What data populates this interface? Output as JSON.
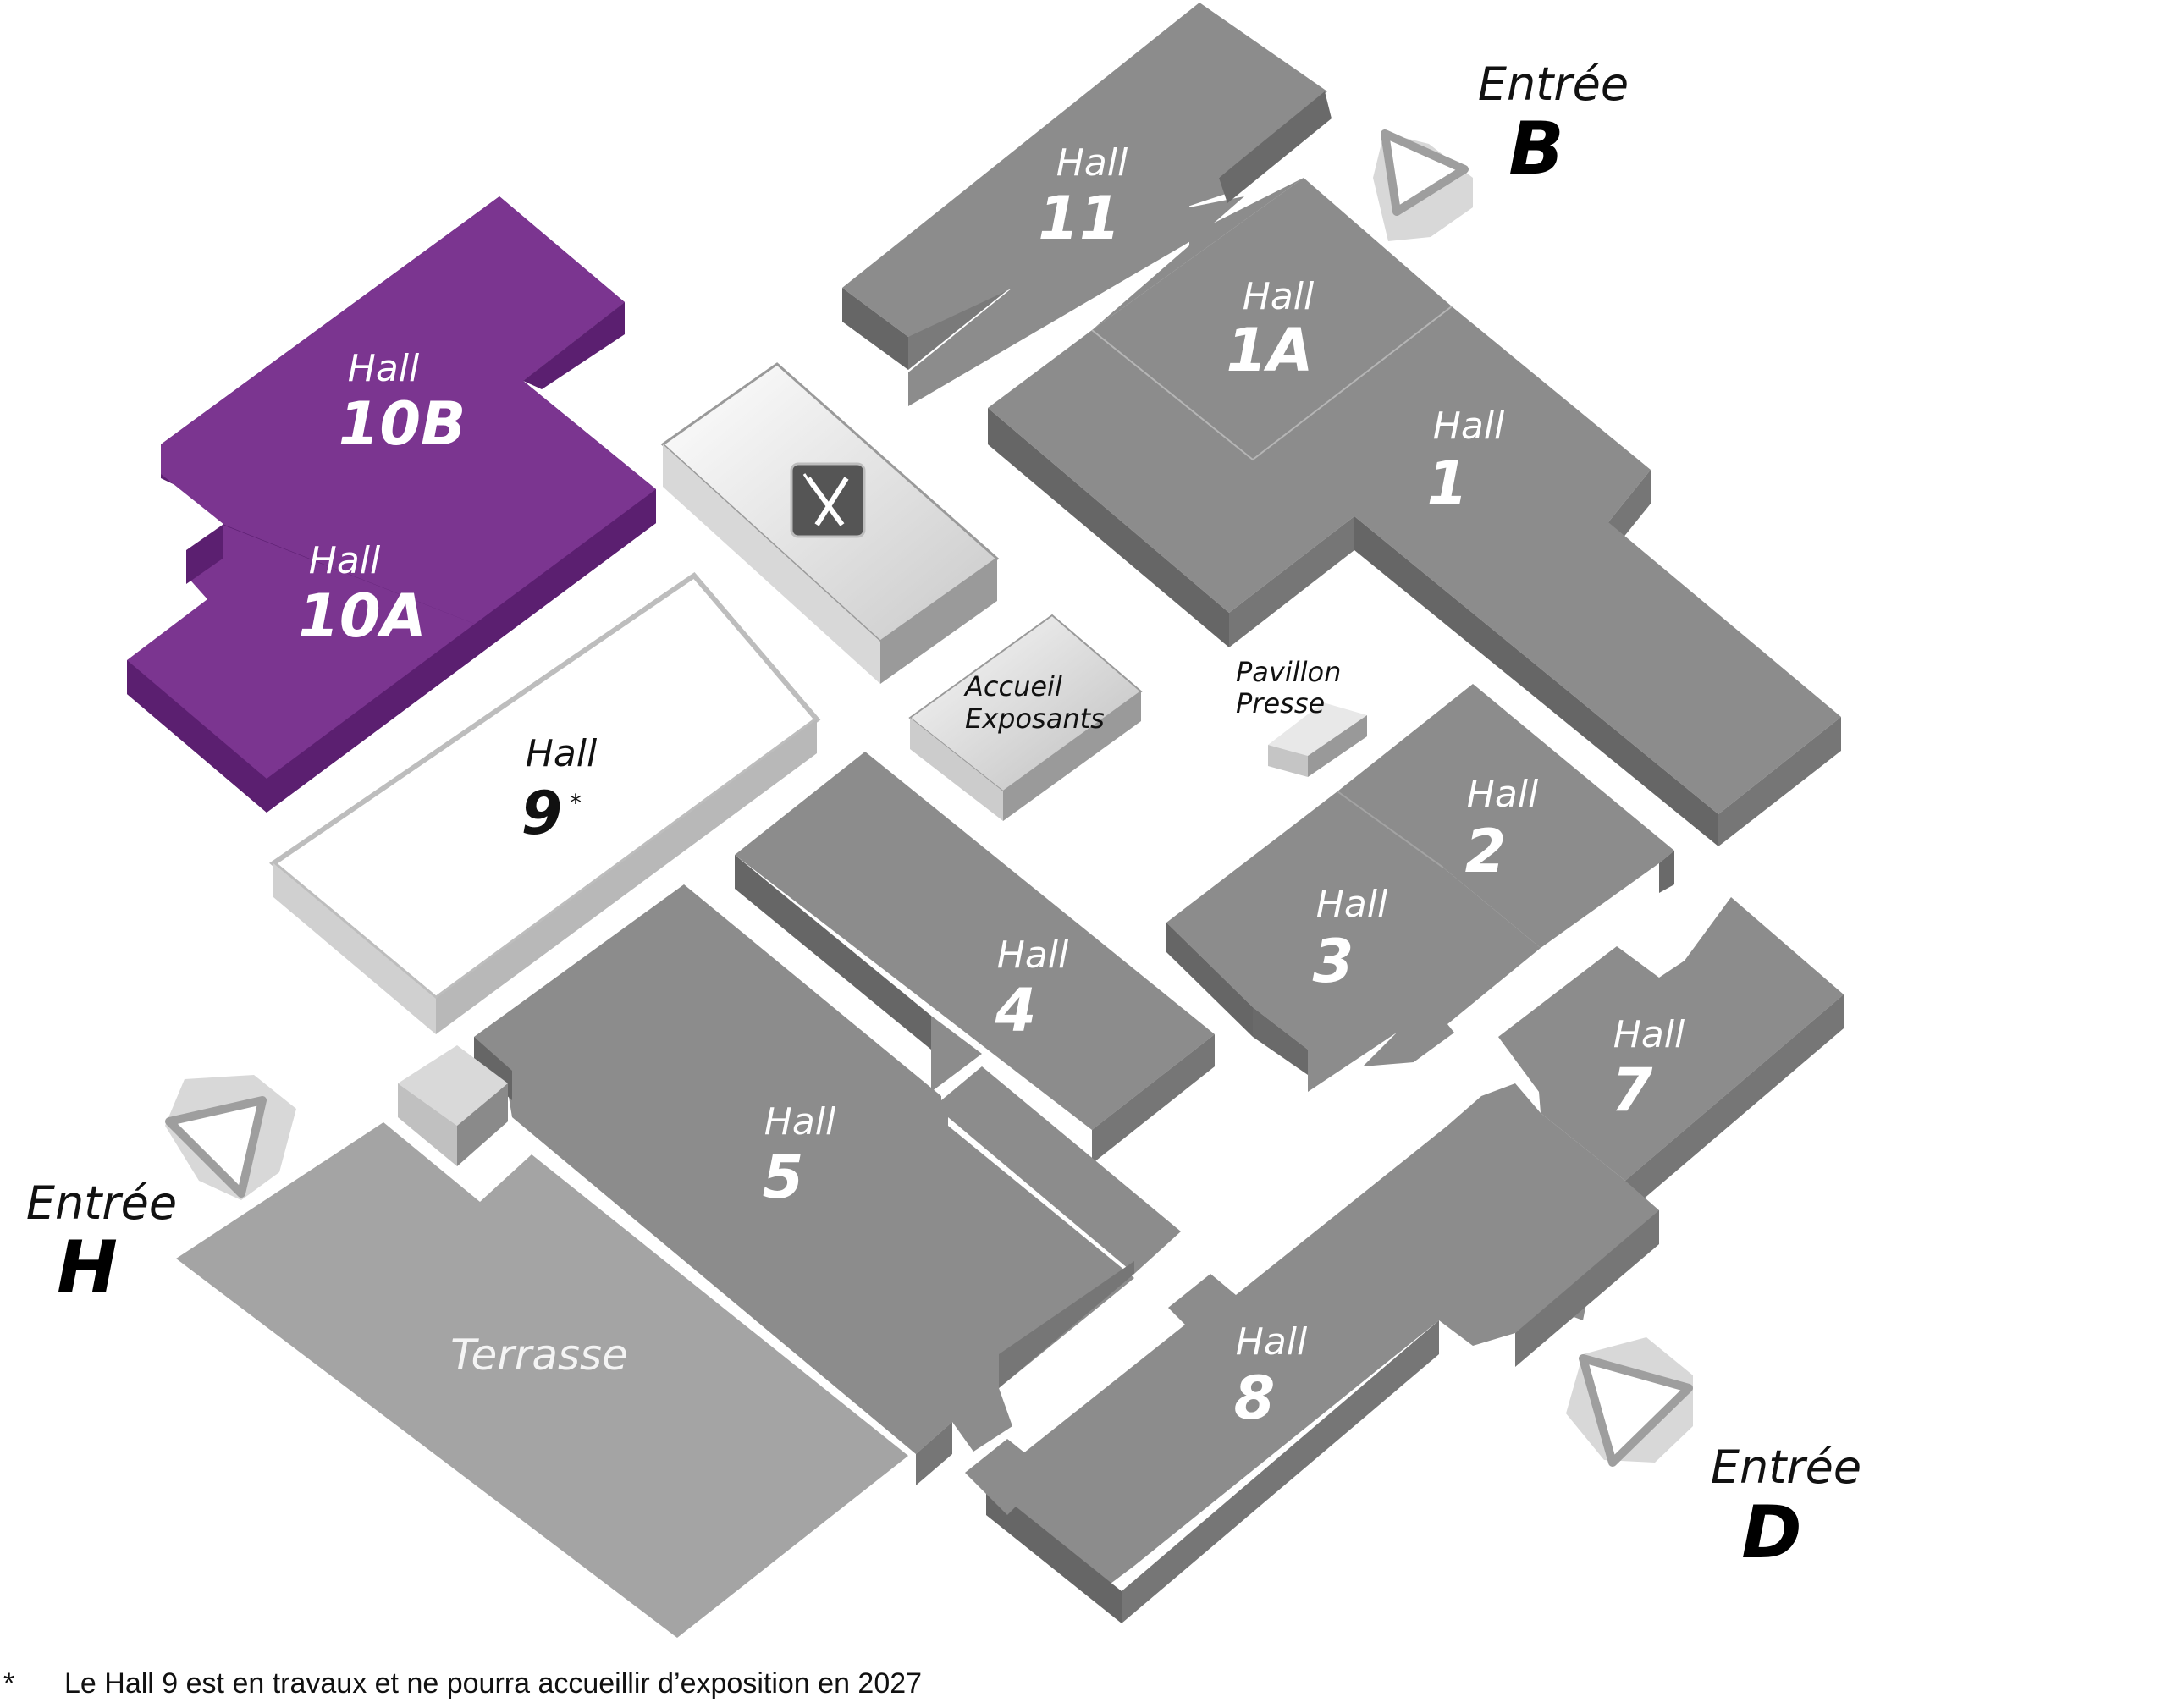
{
  "halls": [
    {
      "id": "11",
      "word": "Hall",
      "number": "11",
      "status": "standard"
    },
    {
      "id": "1A",
      "word": "Hall",
      "number": "1A",
      "status": "standard"
    },
    {
      "id": "1",
      "word": "Hall",
      "number": "1",
      "status": "standard"
    },
    {
      "id": "10B",
      "word": "Hall",
      "number": "10B",
      "status": "highlighted"
    },
    {
      "id": "10A",
      "word": "Hall",
      "number": "10A",
      "status": "highlighted"
    },
    {
      "id": "9",
      "word": "Hall",
      "number": "9",
      "status": "under-construction",
      "note_marker": "*"
    },
    {
      "id": "2",
      "word": "Hall",
      "number": "2",
      "status": "standard"
    },
    {
      "id": "3",
      "word": "Hall",
      "number": "3",
      "status": "standard"
    },
    {
      "id": "4",
      "word": "Hall",
      "number": "4",
      "status": "standard"
    },
    {
      "id": "5",
      "word": "Hall",
      "number": "5",
      "status": "standard"
    },
    {
      "id": "7",
      "word": "Hall",
      "number": "7",
      "status": "standard"
    },
    {
      "id": "8",
      "word": "Hall",
      "number": "8",
      "status": "standard"
    }
  ],
  "buildings": {
    "accueil_line1": "Accueil",
    "accueil_line2": "Exposants",
    "pavillon_line1": "Pavillon",
    "pavillon_line2": "Presse",
    "terrasse": "Terrasse",
    "restaurant_icon": "fork-knife-icon"
  },
  "entrances": [
    {
      "id": "B",
      "word": "Entrée",
      "letter": "B"
    },
    {
      "id": "H",
      "word": "Entrée",
      "letter": "H"
    },
    {
      "id": "D",
      "word": "Entrée",
      "letter": "D"
    }
  ],
  "colors": {
    "hall_gray": "#8c8c8c",
    "hall_gray_side": "#646464",
    "highlight_purple": "#7b3590",
    "highlight_purple_side": "#5b1f70",
    "hall9_white": "#ffffff",
    "terrace_gray": "#a4a4a4",
    "text_dark": "#111111"
  },
  "footnote": {
    "marker": "*",
    "text": "Le Hall 9 est en travaux et ne pourra accueillir d’exposition en 2027"
  }
}
